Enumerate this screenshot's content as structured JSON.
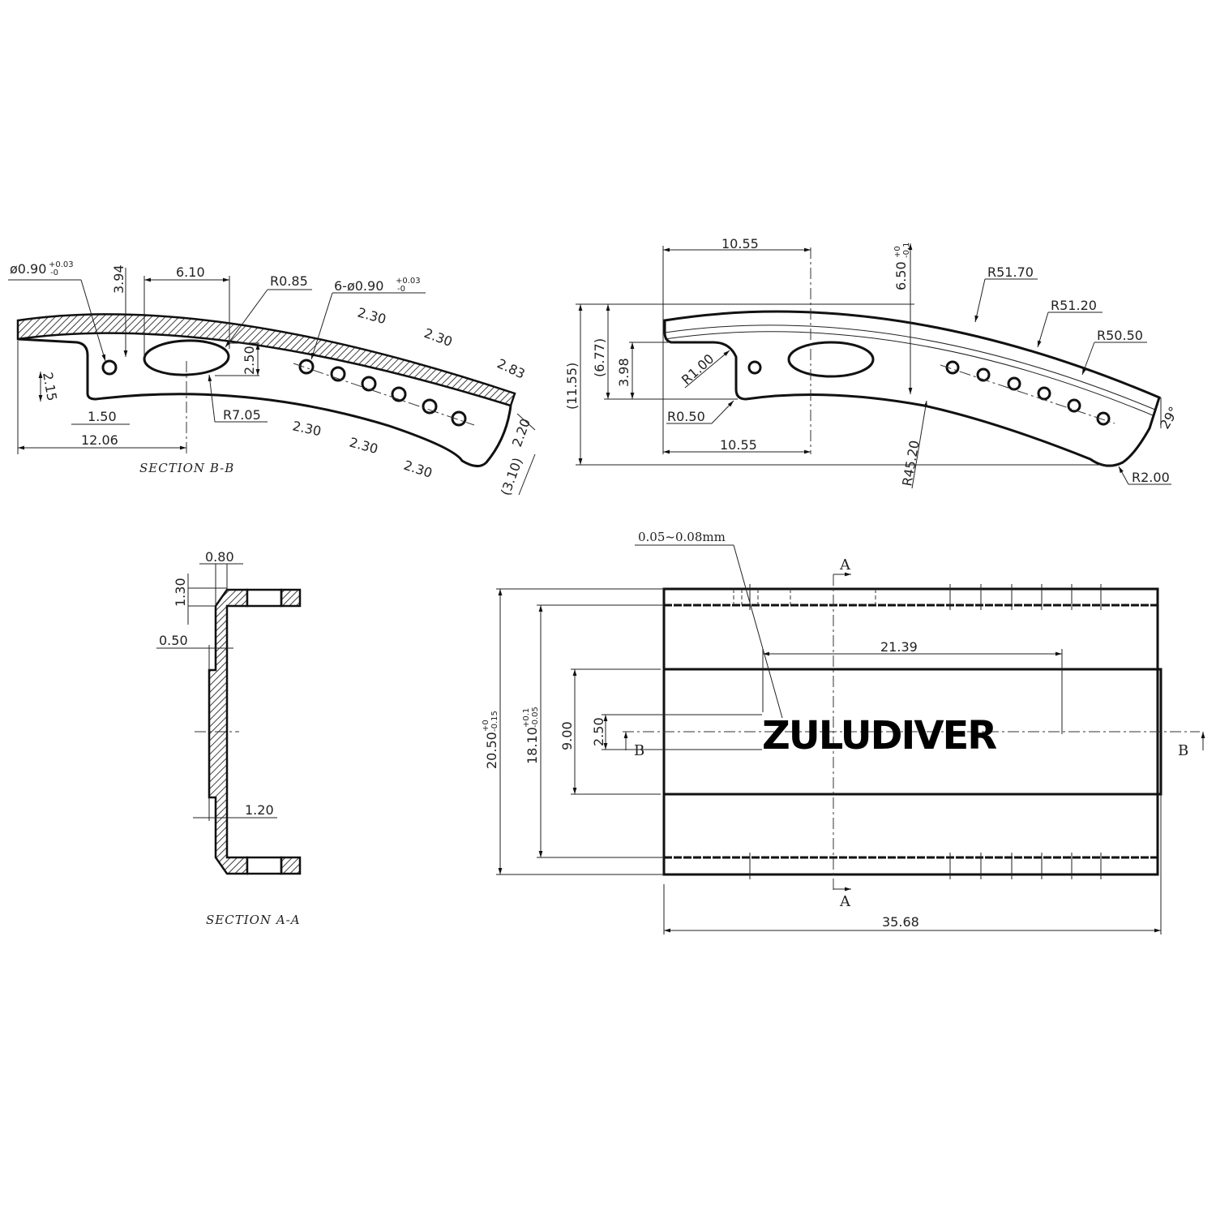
{
  "drawing": {
    "type": "mechanical technical drawing",
    "logo_text": "ZULUDIVER",
    "line_color": "#111111",
    "background": "#ffffff"
  },
  "section_bb": {
    "title": "SECTION B-B",
    "dims": {
      "hole_dia": "ø0.90",
      "hole_tol_upper": "+0.03",
      "hole_tol_lower": "-0",
      "d_394": "3.94",
      "d_610": "6.10",
      "r085": "R0.85",
      "multi_hole": "6-ø0.90",
      "multi_tol_upper": "+0.03",
      "multi_tol_lower": "-0",
      "d_250": "2.50",
      "d_215": "2.15",
      "d_150": "1.50",
      "r705": "R7.05",
      "d_1206": "12.06",
      "pitch_1": "2.30",
      "pitch_2": "2.30",
      "pitch_3": "2.30",
      "pitch_4": "2.30",
      "pitch_5": "2.30",
      "d_283": "2.83",
      "d_220": "2.20",
      "d_310": "(3.10)"
    }
  },
  "side_view": {
    "dims": {
      "top_1055": "10.55",
      "bottom_1055": "10.55",
      "height_650": "6.50",
      "height_650_tol_upper": "+0",
      "height_650_tol_lower": "-0.1",
      "overall_1155": "(11.55)",
      "ref_677": "(6.77)",
      "d_398": "3.98",
      "r100": "R1.00",
      "r050": "R0.50",
      "r5170": "R51.70",
      "r5120": "R51.20",
      "r5050": "R50.50",
      "r4520": "R45.20",
      "r200": "R2.00",
      "angle": "29°"
    }
  },
  "section_aa": {
    "title": "SECTION A-A",
    "dims": {
      "d_080": "0.80",
      "d_130": "1.30",
      "d_050": "0.50",
      "d_120": "1.20"
    }
  },
  "top_view": {
    "dims": {
      "engrave_depth": "0.05~0.08mm",
      "text_length": "21.39",
      "overall_width": "35.68",
      "height_2050": "20.50",
      "height_2050_tol_upper": "+0",
      "height_2050_tol_lower": "-0.15",
      "height_1810": "18.10",
      "height_1810_tol_upper": "+0.1",
      "height_1810_tol_lower": "-0.05",
      "band_900": "9.00",
      "text_height_250": "2.50"
    },
    "section_markers": {
      "a_top": "A",
      "a_bottom": "A",
      "b_left": "B",
      "b_right": "B"
    }
  }
}
